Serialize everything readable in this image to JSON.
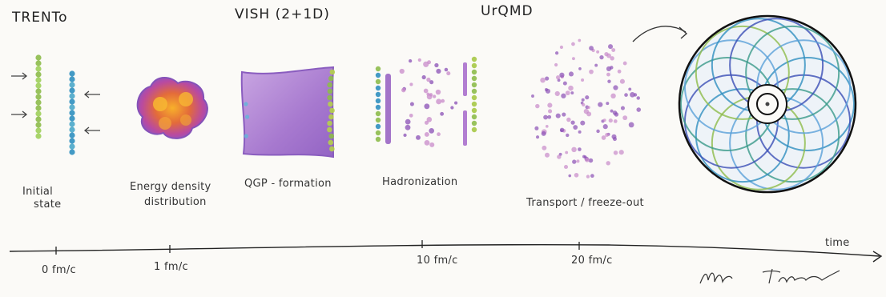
{
  "models": {
    "trento": "TRENTo",
    "vish": "VISH (2+1D)",
    "urqmd": "UrQMD"
  },
  "stages": {
    "initial_line1": "Initial",
    "initial_line2": "state",
    "energy_line1": "Energy density",
    "energy_line2": "distribution",
    "qgp": "QGP - formation",
    "hadronization": "Hadronization",
    "transport": "Transport / freeze-out"
  },
  "timeline": {
    "axis_label": "time",
    "ticks": [
      "0 fm/c",
      "1 fm/c",
      "10 fm/c",
      "20 fm/c"
    ]
  },
  "colors": {
    "ink": "#222222",
    "green": "#8dbb4a",
    "blue": "#2f8fbf",
    "purple": "#8a4fb5",
    "pink": "#c889c9",
    "orange": "#f0a020",
    "dark_blue": "#3a4db5"
  }
}
